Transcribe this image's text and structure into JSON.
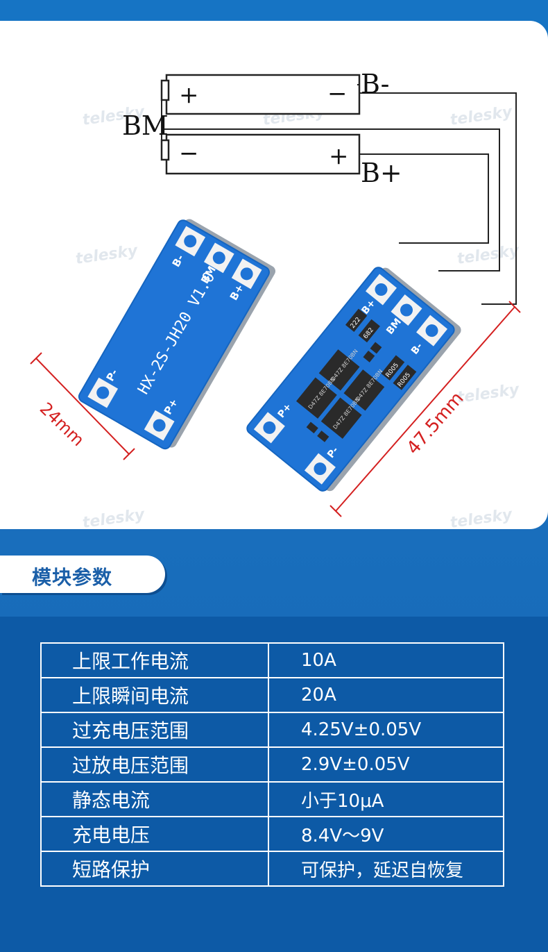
{
  "diagram": {
    "labels": {
      "b_minus": "B-",
      "b_plus": "B+",
      "bm": "BM",
      "cell1_pos": "+",
      "cell1_neg": "−",
      "cell2_neg": "−",
      "cell2_pos": "+"
    },
    "board_left": {
      "model_text": "HX-2S-JH20 V1.0",
      "pad_labels": [
        "B-",
        "BM",
        "B+",
        "P-",
        "P+"
      ]
    },
    "board_right": {
      "pad_labels": [
        "B+",
        "BM",
        "B-",
        "P+",
        "P-"
      ],
      "components": [
        "222",
        "682",
        "R005",
        "R005",
        "D47Z 8E70BN",
        "D47Z 8E70BN",
        "D47Z 8E70BN",
        "D47Z 8E70BN"
      ]
    },
    "dimensions": {
      "width": "24mm",
      "length": "47.5mm"
    },
    "watermark": "telesky"
  },
  "section": {
    "title": "模块参数"
  },
  "spec_table": {
    "rows": [
      {
        "name": "上限工作电流",
        "value": "10A"
      },
      {
        "name": "上限瞬间电流",
        "value": "20A"
      },
      {
        "name": "过充电压范围",
        "value": "4.25V±0.05V"
      },
      {
        "name": "过放电压范围",
        "value": "2.9V±0.05V"
      },
      {
        "name": "静态电流",
        "value": "小于10μA"
      },
      {
        "name": "充电电压",
        "value": "8.4V～9V"
      },
      {
        "name": "短路保护",
        "value": "可保护，延迟自恢复"
      }
    ]
  },
  "colors": {
    "background": "#1674c4",
    "pcb": "#1f74d6",
    "dimension_line": "#d42020",
    "table_border": "#ffffff"
  }
}
